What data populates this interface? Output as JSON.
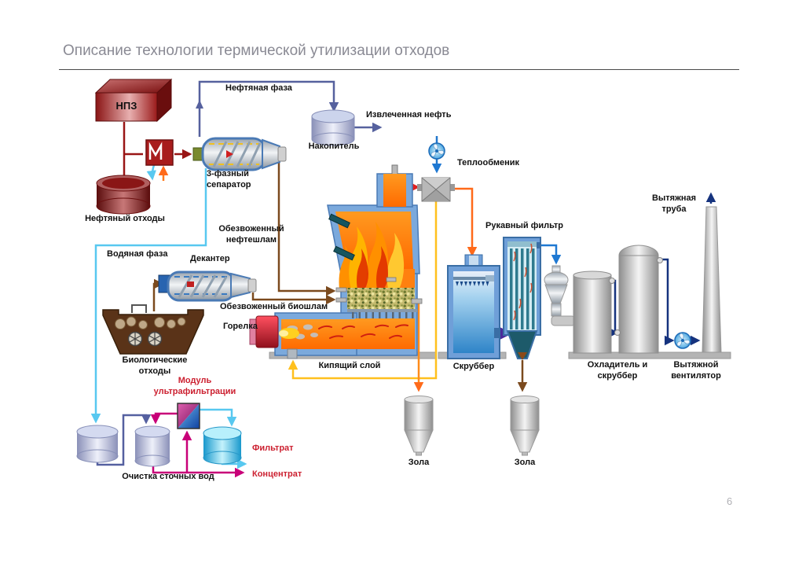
{
  "slide": {
    "title": "Описание технологии термической утилизации отходов",
    "page_number": "6"
  },
  "labels": {
    "npz": "НПЗ",
    "oil_phase": "Нефтяная фаза",
    "storage_tank": "Накопитель",
    "extracted_oil": "Извлеченная нефть",
    "heat_exchanger": "Теплообменик",
    "separator": "3-фазный\nсепаратор",
    "oil_waste": "Нефтяный отходы",
    "dewatered_oil_sludge": "Обезвоженный\nнефтешлам",
    "water_phase": "Водяная фаза",
    "decanter": "Декантер",
    "dewatered_bio_sludge": "Обезвоженный биошлам",
    "burner": "Горелка",
    "bio_waste": "Биологические\nотходы",
    "uf_module": "Модуль\nультрафильтрации",
    "wastewater_treatment": "Очистка сточных вод",
    "filtrate": "Фильтрат",
    "concentrate": "Концентрат",
    "fluidized_bed": "Кипящий слой",
    "scrubber": "Скруббер",
    "ash1": "Зола",
    "ash2": "Зола",
    "bag_filter": "Рукавный фильтр",
    "cooler_scrubber": "Охладитель и\nскруббер",
    "exhaust_fan": "Вытяжной\nвентилятор",
    "exhaust_stack": "Вытяжная\nтруба"
  },
  "colors": {
    "title_gray": "#8a8a94",
    "oil_phase_line": "#56619e",
    "water_line": "#58c8f0",
    "sludge_line": "#7b4a1e",
    "crude_line": "#991515",
    "hot_gas_line": "#ff6a1a",
    "air_line": "#ffc01e",
    "flue_line": "#16337e",
    "concentrate_line": "#c80078",
    "red_label": "#cc2030"
  }
}
